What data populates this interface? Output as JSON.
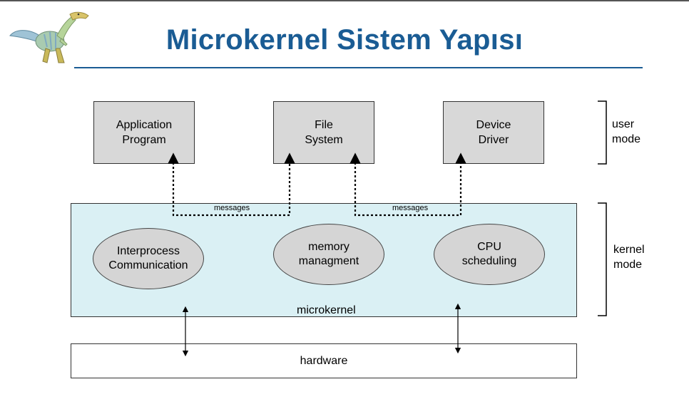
{
  "slide": {
    "title": "Microkernel Sistem Yapısı"
  },
  "user_space": {
    "boxes": [
      {
        "label": "Application\nProgram"
      },
      {
        "label": "File\nSystem"
      },
      {
        "label": "Device\nDriver"
      }
    ],
    "mode_label": "user\nmode"
  },
  "kernel_space": {
    "name": "microkernel",
    "components": [
      {
        "label": "Interprocess\nCommunication"
      },
      {
        "label": "memory\nmanagment"
      },
      {
        "label": "CPU\nscheduling"
      }
    ],
    "messages": [
      "messages",
      "messages"
    ],
    "mode_label": "kernel\nmode"
  },
  "hardware": {
    "label": "hardware"
  },
  "colors": {
    "title": "#1a5c94",
    "kernel_fill": "#daf0f4",
    "box_fill": "#d8d8d8"
  },
  "icons": [
    "dinosaur-logo"
  ]
}
